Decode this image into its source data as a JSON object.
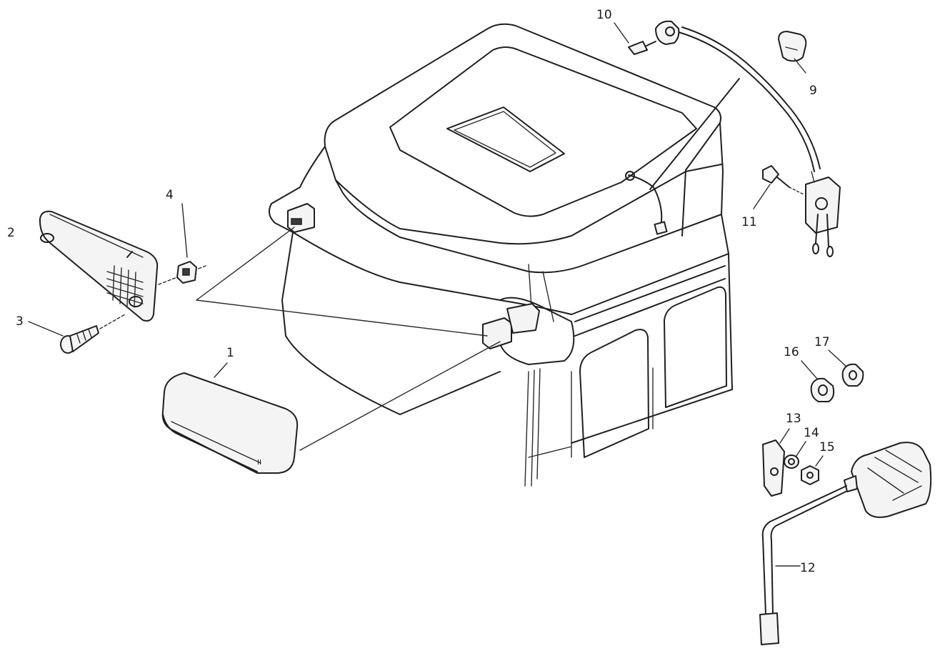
{
  "callouts": [
    {
      "id": "c1",
      "label": "1"
    },
    {
      "id": "c2",
      "label": "2"
    },
    {
      "id": "c3",
      "label": "3"
    },
    {
      "id": "c4",
      "label": "4"
    },
    {
      "id": "c9",
      "label": "9"
    },
    {
      "id": "c10",
      "label": "10"
    },
    {
      "id": "c11",
      "label": "11"
    },
    {
      "id": "c12",
      "label": "12"
    },
    {
      "id": "c13",
      "label": "13"
    },
    {
      "id": "c14",
      "label": "14"
    },
    {
      "id": "c15",
      "label": "15"
    },
    {
      "id": "c16",
      "label": "16"
    },
    {
      "id": "c17",
      "label": "17"
    }
  ]
}
